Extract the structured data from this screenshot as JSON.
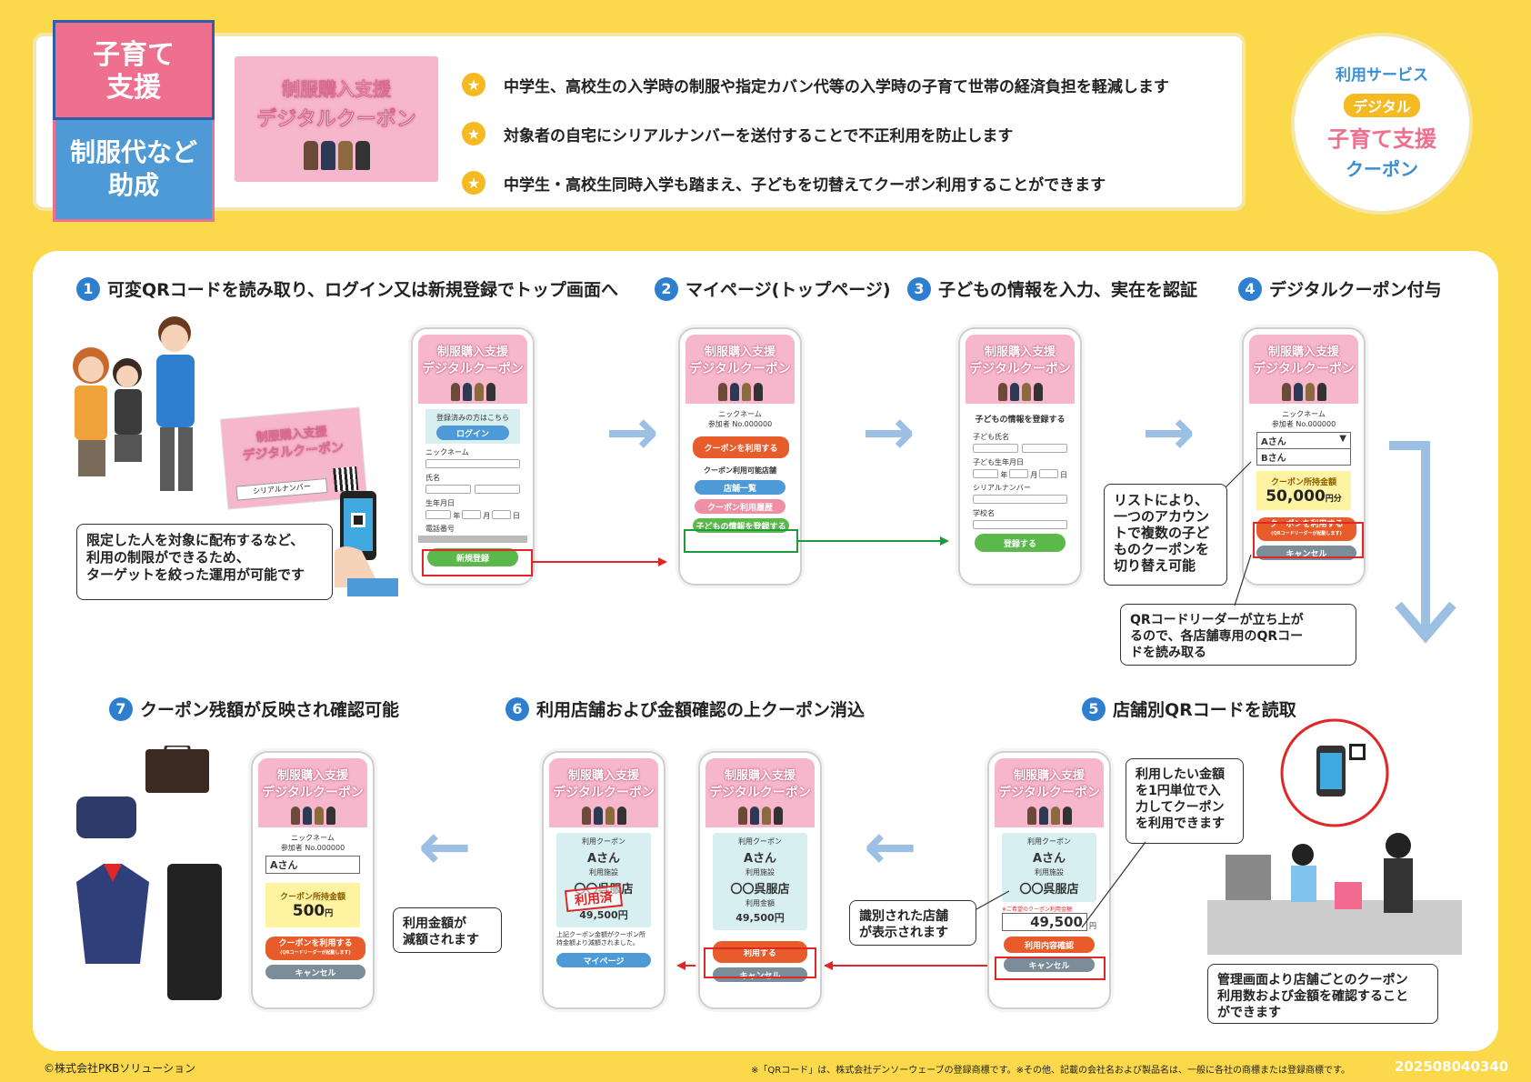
{
  "header": {
    "tag_top": "子育て\n支援",
    "tag_bottom": "制服代など\n助成",
    "thumb_title1": "制服購入支援",
    "thumb_title2": "デジタルクーポン",
    "bullets": [
      "中学生、高校生の入学時の制服や指定カバン代等の入学時の子育て世帯の経済負担を軽減します",
      "対象者の自宅にシリアルナンバーを送付することで不正利用を防止します",
      "中学生・高校生同時入学も踏まえ、子どもを切替えてクーポン利用することができます"
    ],
    "service": {
      "label": "利用サービス",
      "badge": "デジタル",
      "name1": "子育て支援",
      "name2": "クーポン"
    }
  },
  "steps": {
    "s1": {
      "num": "1",
      "title": "可変QRコードを読み取り、ログイン又は新規登録でトップ画面へ"
    },
    "s2": {
      "num": "2",
      "title": "マイページ(トップページ)"
    },
    "s3": {
      "num": "3",
      "title": "子どもの情報を入力、実在を認証"
    },
    "s4": {
      "num": "4",
      "title": "デジタルクーポン付与"
    },
    "s5": {
      "num": "5",
      "title": "店舗別QRコードを読取"
    },
    "s6": {
      "num": "6",
      "title": "利用店舗および金額確認の上クーポン消込"
    },
    "s7": {
      "num": "7",
      "title": "クーポン残額が反映され確認可能"
    }
  },
  "phone_header": {
    "t1": "制服購入支援",
    "t2": "デジタルクーポン"
  },
  "card": {
    "serial": "シリアルナンバー"
  },
  "phone1": {
    "registered": "登録済みの方はこちら",
    "login": "ログイン",
    "nickname": "ニックネーム",
    "name": "氏名",
    "birth": "生年月日",
    "year": "年",
    "month": "月",
    "day": "日",
    "phone": "電話番号",
    "register": "新規登録"
  },
  "phone2": {
    "nickname": "ニックネーム",
    "member": "参加者 No.000000",
    "use": "クーポンを利用する",
    "stores_label": "クーポン利用可能店舗",
    "store_list": "店舗一覧",
    "history": "クーポン利用履歴",
    "register_child": "子どもの情報を登録する"
  },
  "phone3": {
    "title": "子どもの情報を登録する",
    "child_name": "子ども氏名",
    "child_birth": "子ども生年月日",
    "year": "年",
    "month": "月",
    "day": "日",
    "serial": "シリアルナンバー",
    "school": "学校名",
    "submit": "登録する"
  },
  "phone4": {
    "nickname": "ニックネーム",
    "member": "参加者 No.000000",
    "child_a": "Aさん",
    "child_b": "Bさん",
    "balance_label": "クーポン所持金額",
    "balance": "50,000",
    "unit": "円分",
    "use": "クーポンを利用する",
    "use_sub": "(QRコードリーダーが起動します)",
    "cancel": "キャンセル"
  },
  "phone5": {
    "coupon": "利用クーポン",
    "child": "Aさん",
    "facility_label": "利用施設",
    "facility": "〇〇呉服店",
    "amount_label": "※ご希望のクーポン利用金額",
    "amount": "49,500",
    "yen": "円",
    "confirm": "利用内容確認",
    "cancel": "キャンセル"
  },
  "phone6a": {
    "coupon": "利用クーポン",
    "child": "Aさん",
    "facility_label": "利用施設",
    "facility": "〇〇呉服店",
    "amount_label": "利用金額",
    "amount": "49,500円",
    "use": "利用する",
    "cancel": "キャンセル"
  },
  "phone6b": {
    "coupon": "利用クーポン",
    "child": "Aさん",
    "facility_label": "利用施設",
    "facility": "〇〇呉服店",
    "stamp": "利用済",
    "amount": "49,500円",
    "done": "上記クーポン金額がクーポン所持金額より減額されました。",
    "mypage": "マイページ"
  },
  "phone7": {
    "nickname": "ニックネーム",
    "member": "参加者 No.000000",
    "child": "Aさん",
    "balance_label": "クーポン所持金額",
    "balance": "500",
    "unit": "円",
    "use": "クーポンを利用する",
    "use_sub": "(QRコードリーダーが起動します)",
    "cancel": "キャンセル"
  },
  "callouts": {
    "limited": "限定した人を対象に配布するなど、\n利用の制限ができるため、\nターゲットを絞った運用が可能です",
    "switch": "リストにより、\n一つのアカウン\nトで複数の子ど\nものクーポンを\n切り替え可能",
    "qr_reader": "QRコードリーダーが立ち上が\nるので、各店舗専用のQRコー\nドを読み取る",
    "amount": "利用したい金額\nを1円単位で入\n力してクーポン\nを利用できます",
    "store_shown": "識別された店舗\nが表示されます",
    "reduced": "利用金額が\n減額されます",
    "admin": "管理画面より店舗ごとのクーポン\n利用数および金額を確認すること\nができます"
  },
  "footer": {
    "copyright": "©株式会社PKBソリューション",
    "trademark": "※「QRコード」は、株式会社デンソーウェーブの登録商標です。※その他、記載の会社名および製品名は、一般に各社の商標または登録商標です。",
    "code": "202508040340"
  },
  "colors": {
    "background": "#fbd94a",
    "pink": "#ee6f8e",
    "blue": "#4d9ad6",
    "orange": "#e85b2a",
    "red": "#e02626",
    "green": "#1d9a3b"
  }
}
